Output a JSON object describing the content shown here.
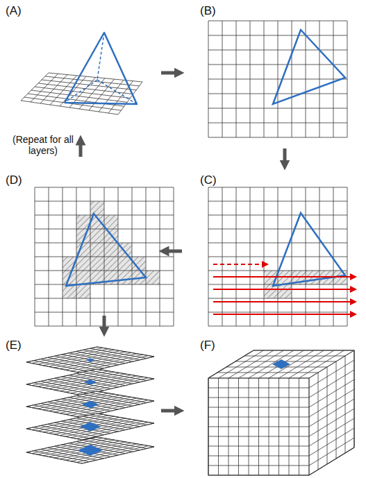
{
  "diagram": {
    "labels": [
      "(A)",
      "(B)",
      "(C)",
      "(D)",
      "(E)",
      "(F)",
      "(Repeat for all layers)"
    ]
  }
}
